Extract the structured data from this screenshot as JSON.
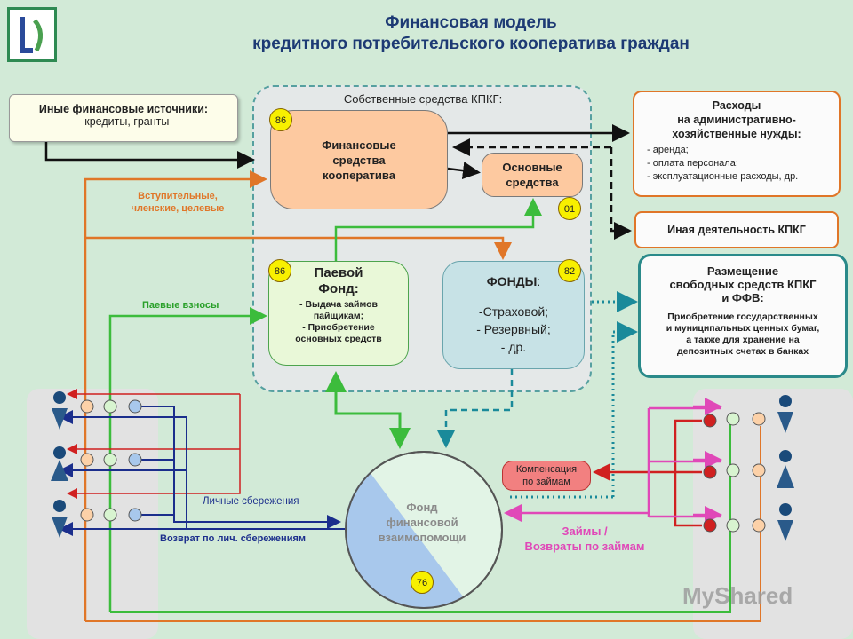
{
  "title": {
    "line1": "Финансовая модель",
    "line2": "кредитного потребительского кооператива граждан"
  },
  "own_funds_title": "Собственные средства КПКГ:",
  "other_sources": {
    "line1": "Иные финансовые источники:",
    "line2": "- кредиты, гранты"
  },
  "financial_funds": {
    "line1": "Финансовые",
    "line2": "средства",
    "line3": "кооператива",
    "badge": "86"
  },
  "fixed_assets": {
    "line1": "Основные",
    "line2": "средства",
    "badge": "01"
  },
  "share_fund": {
    "title1": "Паевой",
    "title2": "Фонд:",
    "item1": "- Выдача займов",
    "item1b": "пайщикам;",
    "item2": "- Приобретение",
    "item2b": "основных средств",
    "badge": "86"
  },
  "funds": {
    "title": "ФОНДЫ",
    "colon": ":",
    "item1": "-Страховой;",
    "item2": "- Резервный;",
    "item3": "- др.",
    "badge": "82"
  },
  "expenses": {
    "line1": "Расходы",
    "line2": "на административно-",
    "line3": "хозяйственные нужды:",
    "item1": "- аренда;",
    "item2": "- оплата персонала;",
    "item3": "- эксплуатационные расходы, др."
  },
  "other_activity": "Иная деятельность КПКГ",
  "placement": {
    "line1": "Размещение",
    "line2": "свободных средств КПКГ",
    "line3": "и ФФВ:",
    "desc1": "Приобретение государственных",
    "desc2": "и муниципальных ценных бумаг,",
    "desc3": "а также для хранение на",
    "desc4": "депозитных счетах в банках"
  },
  "labels": {
    "entry_fees1": "Вступительные,",
    "entry_fees2": "членские, целевые",
    "share_contrib": "Паевые взносы",
    "personal_savings": "Личные сбережения",
    "return_savings": "Возврат по лич. сбережениям",
    "loans": "Займы /",
    "loan_returns": "Возвраты по займам"
  },
  "compensation": {
    "line1": "Компенсация",
    "line2": "по займам"
  },
  "mutual_fund": {
    "line1": "Фонд",
    "line2": "финансовой",
    "line3": "взаимопомощи",
    "badge": "76"
  },
  "watermark": "MyShared",
  "colors": {
    "orange": "#e07628",
    "green": "#3cbc3c",
    "navy": "#1b2e8c",
    "teal": "#1a8a9a",
    "red": "#d02020",
    "pink": "#e048b8",
    "black": "#111111"
  }
}
